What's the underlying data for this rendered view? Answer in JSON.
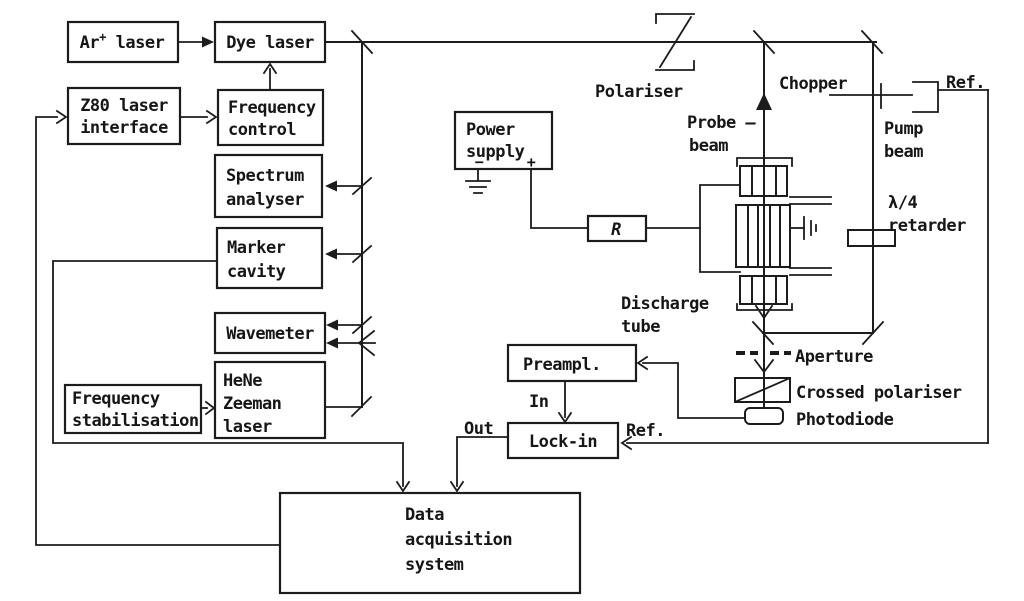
{
  "colors": {
    "ink": "#1c1c1c",
    "paper": "#ffffff"
  },
  "boxes": {
    "ar_laser": {
      "element": "Ar",
      "sup": "+",
      "rest": " laser"
    },
    "dye_laser": {
      "label": "Dye laser"
    },
    "z80_interface": {
      "lines": [
        "Z80 laser",
        "interface"
      ]
    },
    "frequency_control": {
      "lines": [
        "Frequency",
        "control"
      ]
    },
    "spectrum_analyser": {
      "lines": [
        "Spectrum",
        "analyser"
      ]
    },
    "marker_cavity": {
      "lines": [
        "Marker",
        "cavity"
      ]
    },
    "wavemeter": {
      "label": "Wavemeter"
    },
    "frequency_stabilisation": {
      "lines": [
        "Frequency",
        "stabilisation"
      ]
    },
    "hene_zeeman_laser": {
      "lines": [
        "HeNe",
        "Zeeman",
        "laser"
      ]
    },
    "power_supply": {
      "lines": [
        "Power",
        "supply"
      ],
      "minus": "−",
      "plus": "+"
    },
    "resistor": {
      "label": "R"
    },
    "preamplifier": {
      "label": "Preampl."
    },
    "lock_in": {
      "label": "Lock-in"
    },
    "data_acquisition": {
      "lines": [
        "Data",
        "acquisition",
        "system"
      ]
    }
  },
  "labels": {
    "polariser": "Polariser",
    "probe_beam": [
      "Probe –",
      "beam"
    ],
    "chopper": "Chopper",
    "ref_top": "Ref.",
    "pump_beam": [
      "Pump",
      "beam"
    ],
    "quarter_wave_retarder": [
      "λ/4",
      "retarder"
    ],
    "discharge_tube": [
      "Discharge",
      "tube"
    ],
    "aperture": "Aperture",
    "crossed_polariser": "Crossed polariser",
    "photodiode": "Photodiode",
    "lock_in_input": "In",
    "lock_in_output": "Out",
    "ref_bottom": "Ref."
  }
}
